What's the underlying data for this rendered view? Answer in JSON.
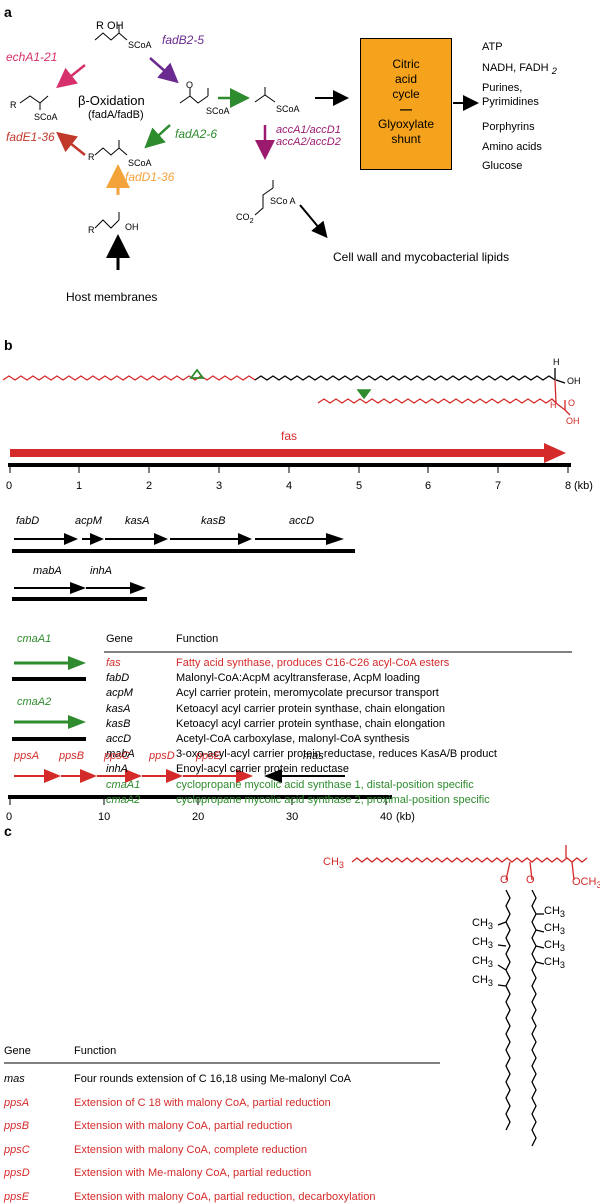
{
  "panels": {
    "a": "a",
    "b": "b",
    "c": "c"
  },
  "panel_a": {
    "enzymes": {
      "echA1_21": "echA1-21",
      "fadB2_5": "fadB2-5",
      "fadE1_36": "fadE1-36",
      "fadA2_6": "fadA2-6",
      "fadD1_36": "fadD1-36",
      "accA": "accA1/accD1",
      "accB": "accA2/accD2"
    },
    "beta_ox": "β-Oxidation",
    "beta_ox_sub": "(fadA/fadB)",
    "host": "Host membranes",
    "box_lines": [
      "Citric",
      "acid",
      "cycle",
      "—",
      "Glyoxylate",
      "shunt"
    ],
    "products": [
      "ATP",
      "NADH, FADH",
      "Purines,",
      "Pyrimidines",
      "Porphyrins",
      "Amino acids",
      "Glucose"
    ],
    "fadh_sub": "2",
    "cellwall": "Cell wall and mycobacterial lipids",
    "chem": {
      "scoa": "SCoA",
      "scoa2": "SCo A",
      "r": "R",
      "oh": "OH",
      "o": "O",
      "co2": "CO",
      "co2_sub": "2",
      "cooh_o": "O",
      "cooh_oh": "OH",
      "h": "H",
      "ring_oh": "OH"
    }
  },
  "panel_b": {
    "fas_label": "fas",
    "axis_ticks": [
      "0",
      "1",
      "2",
      "3",
      "4",
      "5",
      "6",
      "7",
      "8"
    ],
    "axis_unit": "(kb)",
    "operon1": [
      "fabD",
      "acpM",
      "kasA",
      "kasB",
      "accD"
    ],
    "operon2": [
      "mabA",
      "inhA"
    ],
    "cmaA1": "cmaA1",
    "cmaA2": "cmaA2",
    "table_header": {
      "gene": "Gene",
      "function": "Function"
    },
    "table": [
      {
        "gene": "fas",
        "function": "Fatty acid synthase, produces C16-C26 acyl-CoA esters",
        "color": "#d42a2a"
      },
      {
        "gene": "fabD",
        "function": "Malonyl-CoA:AcpM acyltransferase, AcpM loading",
        "color": "#000000"
      },
      {
        "gene": "acpM",
        "function": "Acyl carrier protein, meromycolate precursor transport",
        "color": "#000000"
      },
      {
        "gene": "kasA",
        "function": "Ketoacyl acyl carrier protein synthase, chain elongation",
        "color": "#000000"
      },
      {
        "gene": "kasB",
        "function": "Ketoacyl acyl carrier protein synthase, chain elongation",
        "color": "#000000"
      },
      {
        "gene": "accD",
        "function": "Acetyl-CoA carboxylase, malonyl-CoA synthesis",
        "color": "#000000"
      },
      {
        "gene": "mabA",
        "function": "3-oxo-acyl-acyl carrier protein reductase, reduces KasA/B product",
        "color": "#000000"
      },
      {
        "gene": "inhA",
        "function": "Enoyl-acyl carrier protein reductase",
        "color": "#000000"
      },
      {
        "gene": "cmaA1",
        "function": "cyclopropane mycolic acid synthase 1, distal-position specific",
        "color": "#2e8b2e"
      },
      {
        "gene": "cmaA2",
        "function": "cyclopropane mycolic acid synthase 2, proximal-position specific",
        "color": "#2e8b2e"
      }
    ]
  },
  "panel_c": {
    "genes": [
      "ppsA",
      "ppsB",
      "ppsC",
      "ppsD",
      "ppsE"
    ],
    "mas": "mas",
    "axis_ticks": [
      "0",
      "10",
      "20",
      "30",
      "40"
    ],
    "axis_unit": "(kb)",
    "chem": {
      "ch3": "CH",
      "ch3_sub": "3",
      "och3": "OCH",
      "o": "O"
    },
    "table_header": {
      "gene": "Gene",
      "function": "Function"
    },
    "table": [
      {
        "gene": "mas",
        "function": "Four rounds extension of C 16,18  using Me-malonyl CoA",
        "color": "#000000"
      },
      {
        "gene": "ppsA",
        "function": "Extension of C 18  with malony CoA, partial reduction",
        "color": "#d42a2a"
      },
      {
        "gene": "ppsB",
        "function": "Extension with malony CoA, partial reduction",
        "color": "#d42a2a"
      },
      {
        "gene": "ppsC",
        "function": "Extension with malony CoA, complete reduction",
        "color": "#d42a2a"
      },
      {
        "gene": "ppsD",
        "function": "Extension with Me-malony CoA, partial reduction",
        "color": "#d42a2a"
      },
      {
        "gene": "ppsE",
        "function": "Extension with malony CoA, partial reduction, decarboxylation",
        "color": "#d42a2a"
      }
    ]
  }
}
